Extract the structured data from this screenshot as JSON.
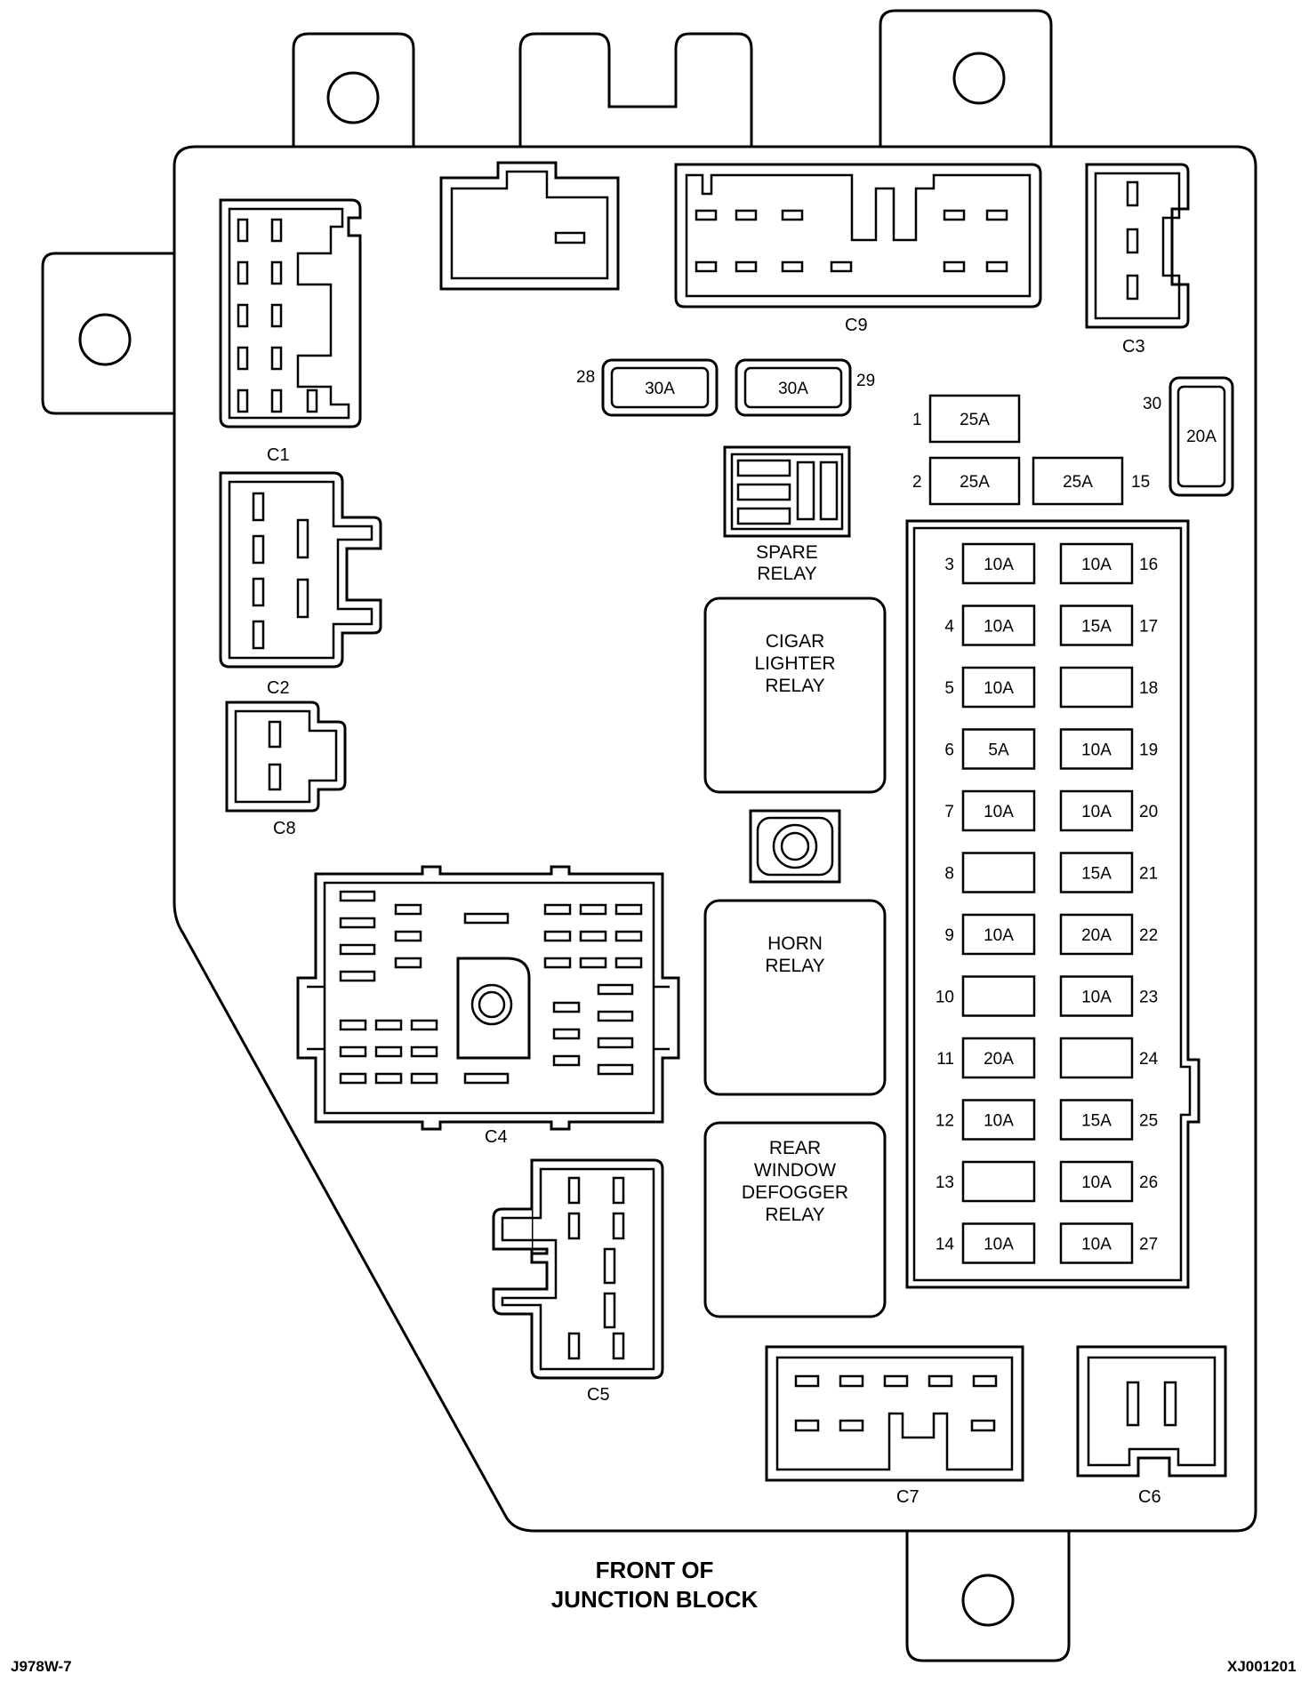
{
  "footer": {
    "title_line1": "FRONT OF",
    "title_line2": "JUNCTION BLOCK",
    "code_left": "J978W-7",
    "code_right": "XJ001201"
  },
  "connectors": [
    {
      "id": "c1",
      "label": "C1"
    },
    {
      "id": "c2",
      "label": "C2"
    },
    {
      "id": "c3",
      "label": "C3"
    },
    {
      "id": "c4",
      "label": "C4"
    },
    {
      "id": "c5",
      "label": "C5"
    },
    {
      "id": "c6",
      "label": "C6"
    },
    {
      "id": "c7",
      "label": "C7"
    },
    {
      "id": "c8",
      "label": "C8"
    },
    {
      "id": "c9",
      "label": "C9"
    }
  ],
  "relays": {
    "spare": [
      "SPARE",
      "RELAY"
    ],
    "cigar": [
      "CIGAR",
      "LIGHTER",
      "RELAY"
    ],
    "horn": [
      "HORN",
      "RELAY"
    ],
    "defogger": [
      "REAR",
      "WINDOW",
      "DEFOGGER",
      "RELAY"
    ]
  },
  "fuses_left": [
    {
      "num": "3",
      "rating": "10A"
    },
    {
      "num": "4",
      "rating": "10A"
    },
    {
      "num": "5",
      "rating": "10A"
    },
    {
      "num": "6",
      "rating": "5A"
    },
    {
      "num": "7",
      "rating": "10A"
    },
    {
      "num": "8",
      "rating": ""
    },
    {
      "num": "9",
      "rating": "10A"
    },
    {
      "num": "10",
      "rating": ""
    },
    {
      "num": "11",
      "rating": "20A"
    },
    {
      "num": "12",
      "rating": "10A"
    },
    {
      "num": "13",
      "rating": ""
    },
    {
      "num": "14",
      "rating": "10A"
    }
  ],
  "fuses_right": [
    {
      "num": "16",
      "rating": "10A"
    },
    {
      "num": "17",
      "rating": "15A"
    },
    {
      "num": "18",
      "rating": ""
    },
    {
      "num": "19",
      "rating": "10A"
    },
    {
      "num": "20",
      "rating": "10A"
    },
    {
      "num": "21",
      "rating": "15A"
    },
    {
      "num": "22",
      "rating": "20A"
    },
    {
      "num": "23",
      "rating": "10A"
    },
    {
      "num": "24",
      "rating": ""
    },
    {
      "num": "25",
      "rating": "15A"
    },
    {
      "num": "26",
      "rating": "10A"
    },
    {
      "num": "27",
      "rating": "10A"
    }
  ],
  "fuses_top": {
    "f1": {
      "num": "1",
      "rating": "25A"
    },
    "f2": {
      "num": "2",
      "rating": "25A"
    },
    "f15": {
      "num": "15",
      "rating": "25A"
    },
    "f28": {
      "num": "28",
      "rating": "30A"
    },
    "f29": {
      "num": "29",
      "rating": "30A"
    },
    "f30": {
      "num": "30",
      "rating": "20A"
    }
  }
}
